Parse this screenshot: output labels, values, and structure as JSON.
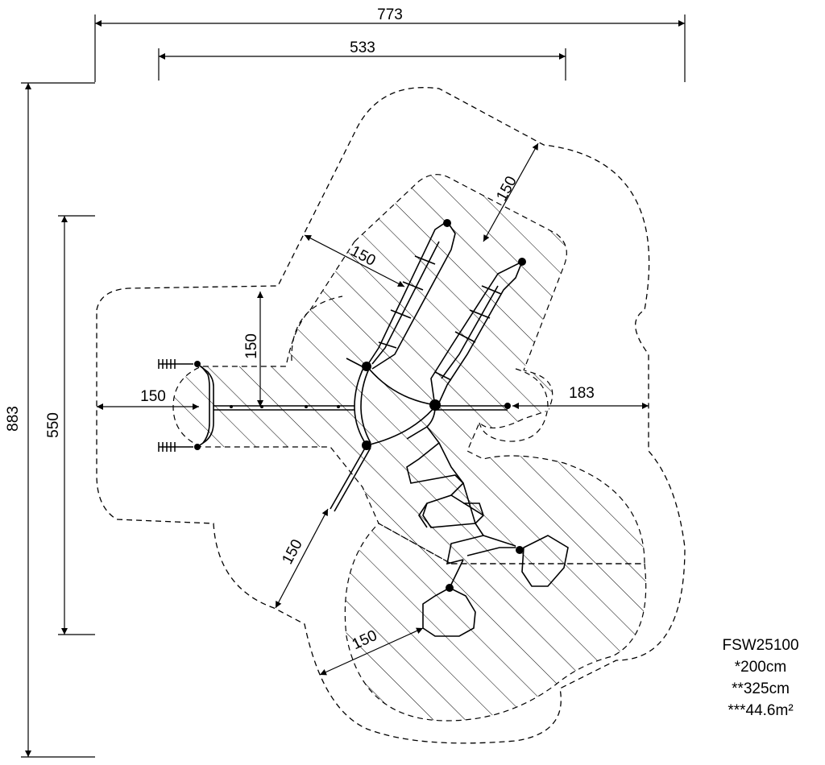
{
  "dimensions": {
    "overall_width": "773",
    "frame_width": "533",
    "overall_depth": "883",
    "frame_depth": "550",
    "zone_top_right": "150",
    "zone_upper_left_diag": "150",
    "zone_left_vertical": "150",
    "zone_left_horizontal": "150",
    "zone_right": "183",
    "zone_lower_left_diag": "150",
    "zone_bottom": "150"
  },
  "legend": {
    "code": "FSW25100",
    "line1": "*200cm",
    "line2": "**325cm",
    "line3": "***44.6m²"
  },
  "colors": {
    "line": "#000000",
    "background": "#ffffff"
  }
}
